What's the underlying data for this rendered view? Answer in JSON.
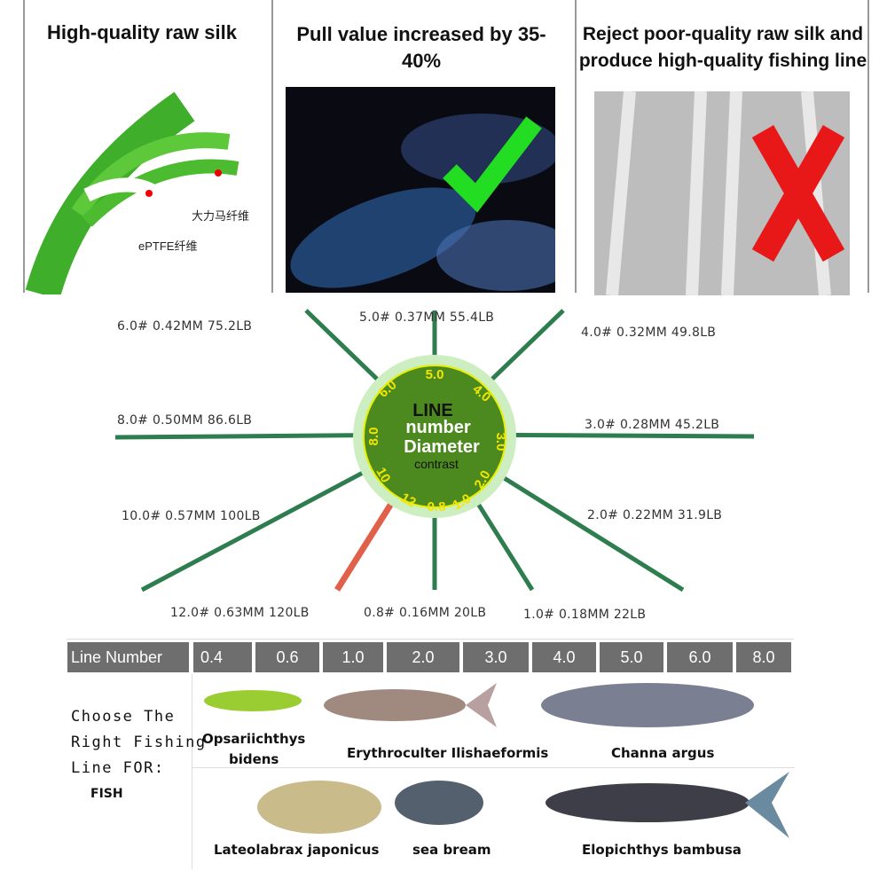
{
  "panels": [
    {
      "title": "High-quality raw silk",
      "labels": [
        "大力马纤维",
        "ePTFE纤维"
      ]
    },
    {
      "title": "Pull value increased by 35-40%",
      "mark": "check"
    },
    {
      "title": "Reject poor-quality raw silk and produce high-quality fishing line",
      "mark": "x"
    }
  ],
  "center": {
    "line1": "LINE",
    "line2": "number",
    "line3": "Diameter",
    "line4": "contrast",
    "ring": [
      "5.0",
      "4.0",
      "3.0",
      "2.0",
      "1.0",
      "0.8",
      "12",
      "10",
      "8.0",
      "6.0"
    ]
  },
  "specs": [
    {
      "text": "6.0#  0.42MM  75.2LB"
    },
    {
      "text": "5.0#  0.37MM  55.4LB"
    },
    {
      "text": "4.0#  0.32MM  49.8LB"
    },
    {
      "text": "8.0#  0.50MM  86.6LB"
    },
    {
      "text": "3.0#  0.28MM  45.2LB"
    },
    {
      "text": "10.0#  0.57MM  100LB"
    },
    {
      "text": "2.0#  0.22MM  31.9LB"
    },
    {
      "text": "12.0#  0.63MM  120LB"
    },
    {
      "text": "0.8#  0.16MM  20LB"
    },
    {
      "text": "1.0#  0.18MM  22LB"
    }
  ],
  "table": {
    "header": [
      "Line Number",
      "0.4",
      "0.6",
      "1.0",
      "2.0",
      "3.0",
      "4.0",
      "5.0",
      "6.0",
      "8.0"
    ],
    "choose": [
      "Choose The",
      "Right Fishing",
      "Line FOR:",
      "FISH"
    ],
    "fish": [
      "Opsariichthys",
      "bidens",
      "Erythroculter Ilishaeformis",
      "Channa argus",
      "Lateolabrax japonicus",
      "sea bream",
      "Elopichthys bambusa"
    ]
  },
  "colors": {
    "line_green": "#2e7d4f",
    "circle_green": "#4c8a1f",
    "ring_text": "#f2e600",
    "header_gray": "#6e6e6e",
    "red_line": "#e0604a"
  }
}
